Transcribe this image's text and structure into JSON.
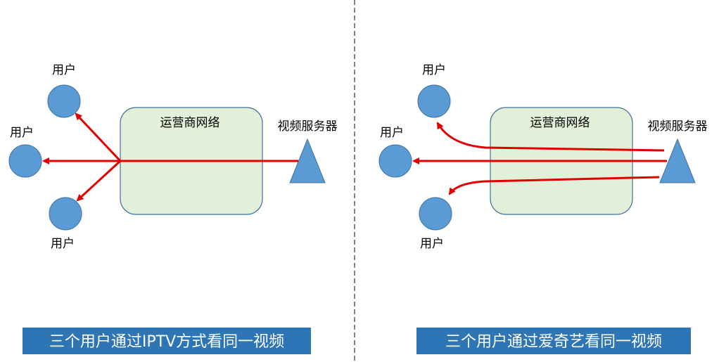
{
  "left": {
    "user_top": "用户",
    "user_mid": "用户",
    "user_bottom": "用户",
    "network": "运营商网络",
    "server": "视频服务器",
    "caption": "三个用户通过IPTV方式看同一视频"
  },
  "right": {
    "user_top": "用户",
    "user_mid": "用户",
    "user_bottom": "用户",
    "network": "运营商网络",
    "server": "视频服务器",
    "caption": "三个用户通过爱奇艺看同一视频"
  },
  "colors": {
    "node_fill": "#5b9bd5",
    "node_stroke": "#41719c",
    "network_fill": "#e2efd9",
    "network_stroke": "#41719c",
    "arrow": "#e00000",
    "caption_bg": "#2e75b6"
  },
  "icons": {
    "user": "circle",
    "server": "triangle"
  }
}
